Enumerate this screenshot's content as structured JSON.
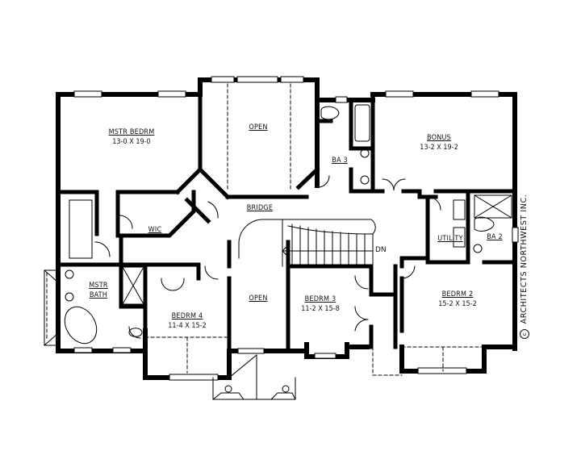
{
  "plan": {
    "type": "second floor plan",
    "colors": {
      "wall": "#000000",
      "background": "#ffffff",
      "text": "#111111"
    }
  },
  "rooms": {
    "master_bedroom": {
      "name": "MSTR BEDRM",
      "dims": "13-0 X 19-0"
    },
    "open_upper": {
      "name": "OPEN"
    },
    "bath3": {
      "name": "BA 3"
    },
    "bonus": {
      "name": "BONUS",
      "dims": "13-2 X 19-2"
    },
    "wic": {
      "name": "WIC"
    },
    "bridge": {
      "name": "BRIDGE"
    },
    "utility": {
      "name": "UTILITY"
    },
    "bath2": {
      "name": "BA 2"
    },
    "master_bath": {
      "name_line1": "MSTR",
      "name_line2": "BATH"
    },
    "bedroom4": {
      "name": "BEDRM 4",
      "dims": "11-4 X 15-2"
    },
    "open_lower": {
      "name": "OPEN"
    },
    "bedroom3": {
      "name": "BEDRM 3",
      "dims": "11-2 X 15-8"
    },
    "bedroom2": {
      "name": "BEDRM 2",
      "dims": "15-2 X 15-2"
    }
  },
  "stairs": {
    "label": "DN"
  },
  "copyright": {
    "symbol": "c",
    "text": "ARCHITECTS NORTHWEST INC."
  }
}
